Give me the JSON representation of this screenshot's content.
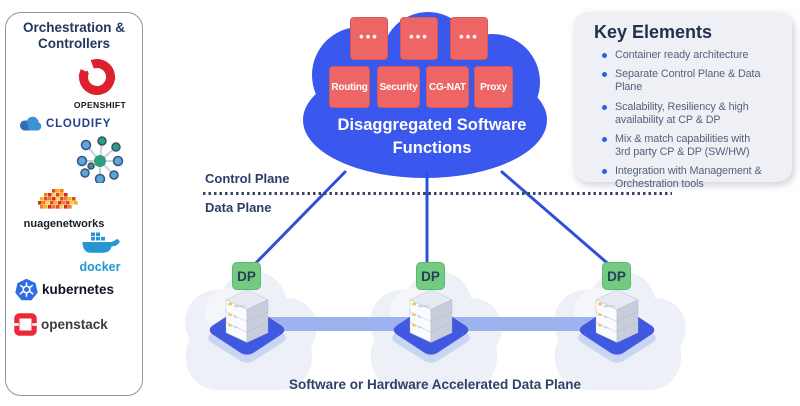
{
  "colors": {
    "cloud_blue": "#3A57EE",
    "function_box_red": "#EE6565",
    "dp_green": "#73CB81",
    "line_blue": "#2E50D8",
    "diamond_blue": "#4159E0",
    "connector_blue": "#9DB3EE",
    "navy_text": "#2B3D63",
    "card_bg": "#EEF0F5"
  },
  "sidebar": {
    "title": "Orchestration &\nControllers",
    "logos": [
      {
        "name": "openshift",
        "label": "OPENSHIFT"
      },
      {
        "name": "cloudify",
        "label": "CLOUDIFY"
      },
      {
        "name": "network-controller",
        "label": ""
      },
      {
        "name": "nuagenetworks",
        "label": "nuagenetworks"
      },
      {
        "name": "docker",
        "label": "docker"
      },
      {
        "name": "kubernetes",
        "label": "kubernetes"
      },
      {
        "name": "openstack",
        "label": "openstack"
      }
    ]
  },
  "cloud": {
    "title": "Disaggregated Software\nFunctions",
    "ellipsis": "•••",
    "functions": [
      "Routing",
      "Security",
      "CG-NAT",
      "Proxy"
    ]
  },
  "planes": {
    "control_label": "Control Plane",
    "data_label": "Data Plane"
  },
  "nodes": [
    {
      "label": "DP"
    },
    {
      "label": "DP"
    },
    {
      "label": "DP"
    }
  ],
  "caption": "Software or Hardware Accelerated Data Plane",
  "key_elements": {
    "title": "Key Elements",
    "items": [
      "Container ready architecture",
      "Separate Control Plane & Data Plane",
      "Scalability, Resiliency & high\navailability at CP & DP",
      "Mix & match capabilities with\n3rd party CP & DP (SW/HW)",
      "Integration with Management &\nOrchestration tools"
    ]
  }
}
